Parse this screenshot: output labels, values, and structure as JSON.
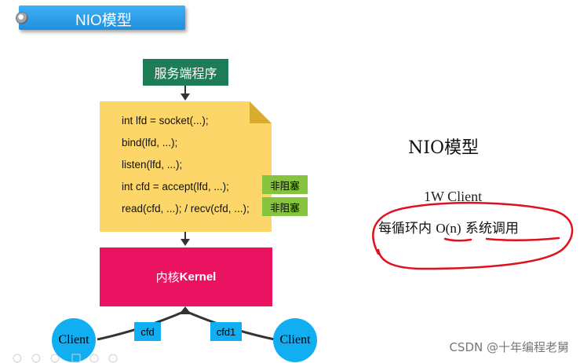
{
  "slide_title": "NIO模型",
  "service_label": "服务端程序",
  "code_lines": [
    "int lfd = socket(...);",
    "bind(lfd, ...);",
    "listen(lfd, ...);",
    "int cfd = accept(lfd, ...);",
    "read(cfd, ...); / recv(cfd, ...);"
  ],
  "tags": {
    "accept": "非阻塞",
    "read": "非阻塞"
  },
  "kernel": {
    "prefix": "内核",
    "name": "Kernel"
  },
  "clients": {
    "left": "Client",
    "right": "Client"
  },
  "fd_labels": {
    "left": "cfd",
    "right": "cfd1"
  },
  "right_panel": {
    "title": "NIO模型",
    "subtitle": "1W Client",
    "note_prefix": "每循环内 ",
    "note_complexity": "O(n)",
    "note_suffix": " 系统调用"
  },
  "watermark": "CSDN @十年编程老舅",
  "colors": {
    "title_tab": "#1f8fe0",
    "service_box": "#1e7d56",
    "code_card": "#fcd668",
    "tag_green": "#86c440",
    "kernel": "#ea1261",
    "client": "#11aef2",
    "annotation_red": "#e0101c"
  }
}
